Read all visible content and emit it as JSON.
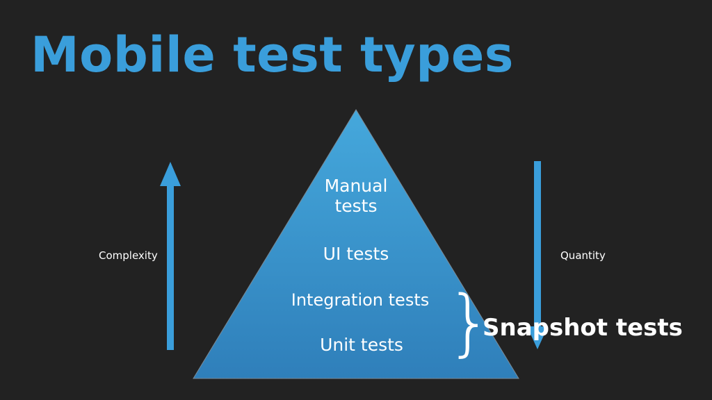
{
  "slide": {
    "title": "Mobile test types",
    "pyramid_layers": [
      "Manual\ntests",
      "UI tests",
      "Integration tests",
      "Unit tests"
    ],
    "left_axis_label": "Complexity",
    "right_axis_label": "Quantity",
    "bracket_label": "Snapshot tests"
  },
  "colors": {
    "background": "#222222",
    "accent": "#3a9edb",
    "pyramid_top": "#45a8dc",
    "pyramid_bottom": "#2f7fba",
    "text": "#ffffff"
  }
}
